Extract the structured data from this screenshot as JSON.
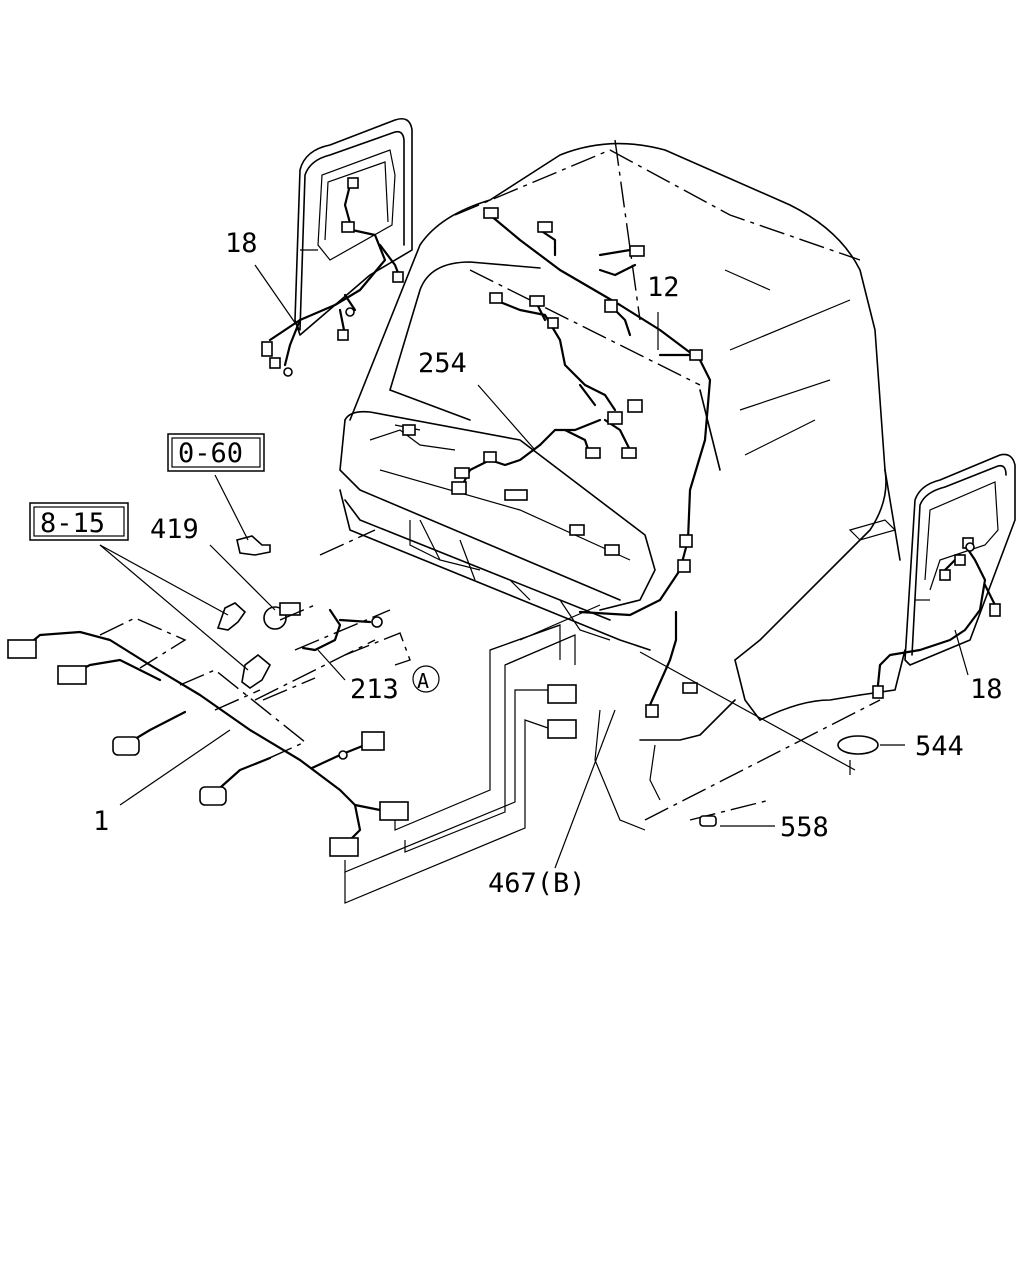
{
  "callouts": {
    "c1": "1",
    "c12": "12",
    "c18_left": "18",
    "c18_right": "18",
    "c213": "213",
    "c_a": "A",
    "c254": "254",
    "c419": "419",
    "c467": "467(B)",
    "c544": "544",
    "c558": "558"
  },
  "boxed_refs": {
    "ref_060": "0-60",
    "ref_815": "8-15"
  }
}
